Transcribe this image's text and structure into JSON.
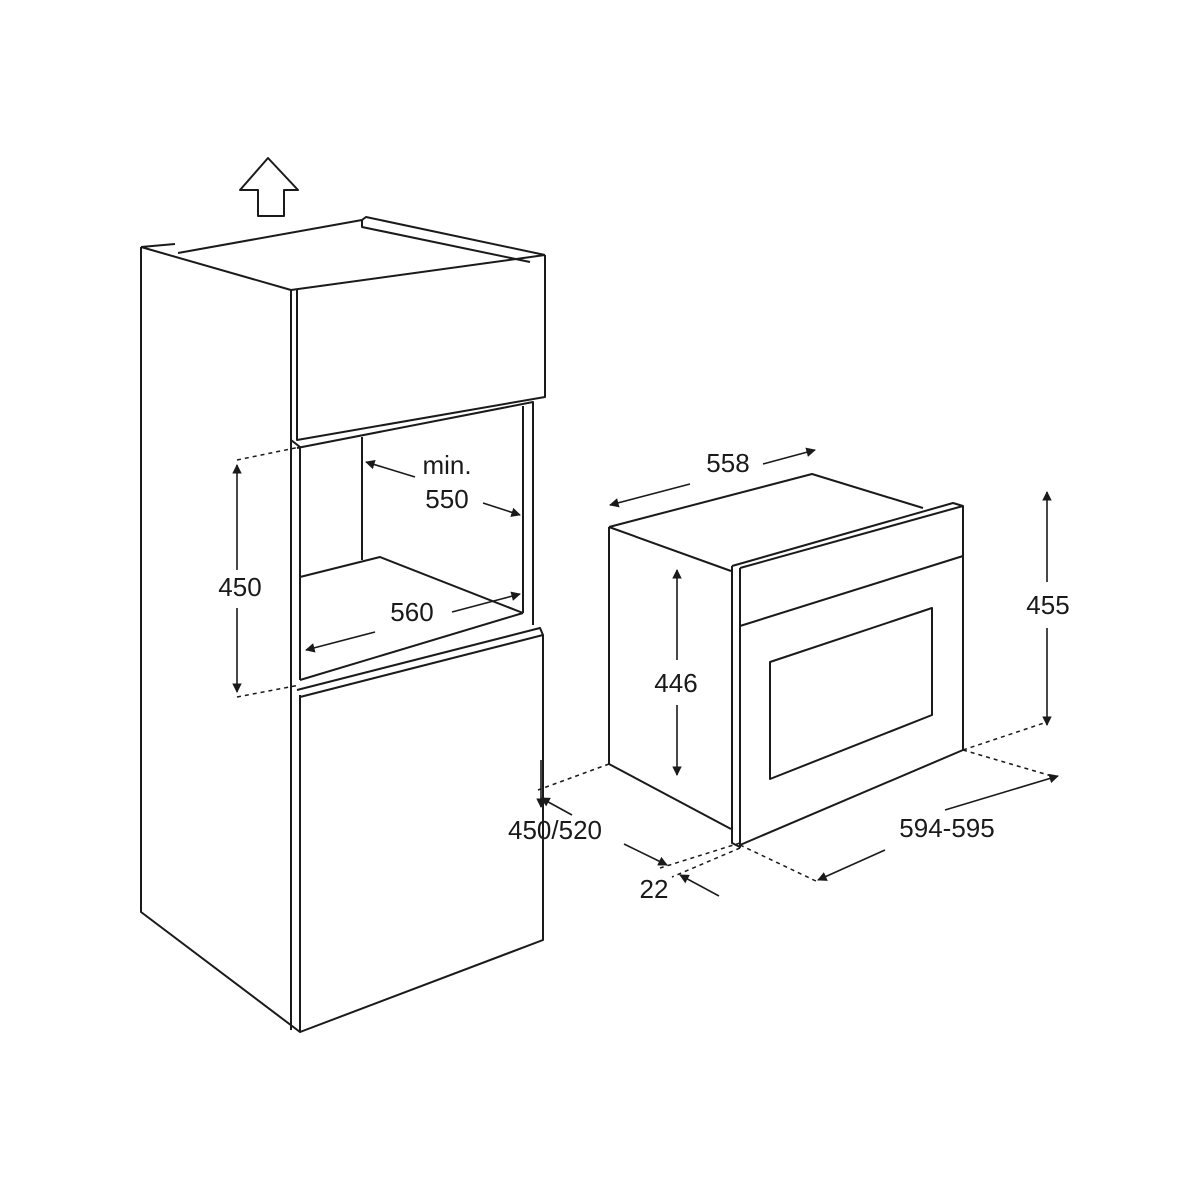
{
  "cabinet": {
    "opening_height": "450",
    "depth_min_label": "min.",
    "depth_min": "550",
    "opening_width": "560",
    "cabinet_depth": "450/520"
  },
  "oven": {
    "depth": "558",
    "total_height": "455",
    "body_height": "446",
    "width": "594-595",
    "front_thickness": "22"
  },
  "colors": {
    "line": "#1a1a1a",
    "background": "#ffffff"
  }
}
